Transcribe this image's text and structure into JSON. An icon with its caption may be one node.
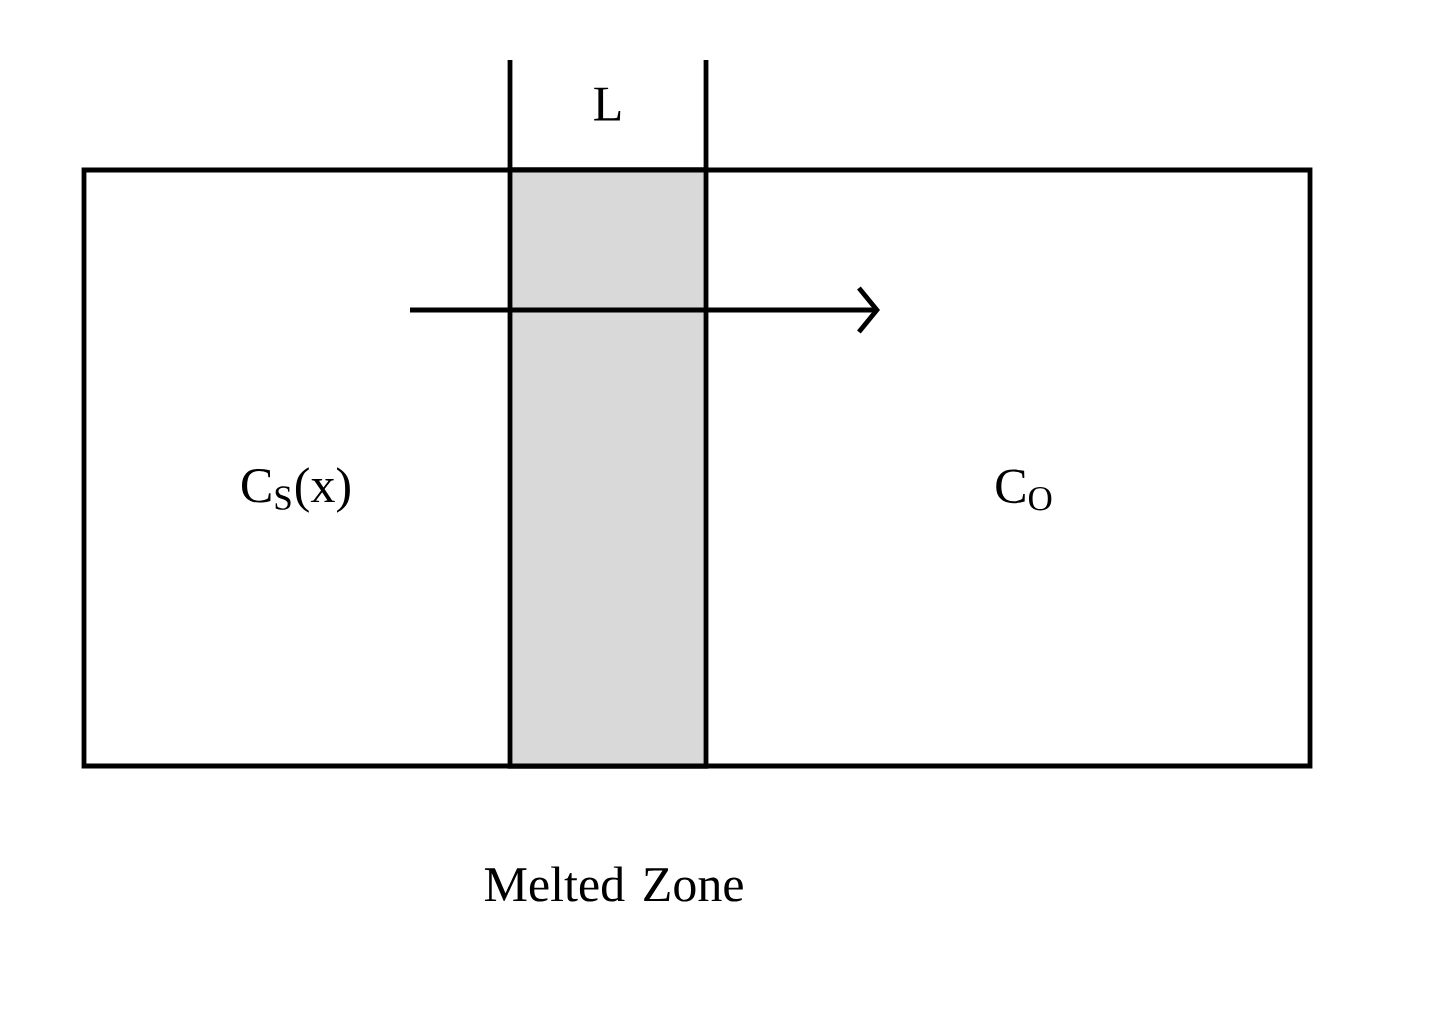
{
  "diagram": {
    "nodes": [
      {
        "text": [
          "C$_{S}$(x)",
          "C$_{O}$"
        ]
      },
      {
        "text": [
          "Melted Zone"
        ],
        "in": 0
      }
    ],
    "labels": [
      "L"
    ]
  }
}
